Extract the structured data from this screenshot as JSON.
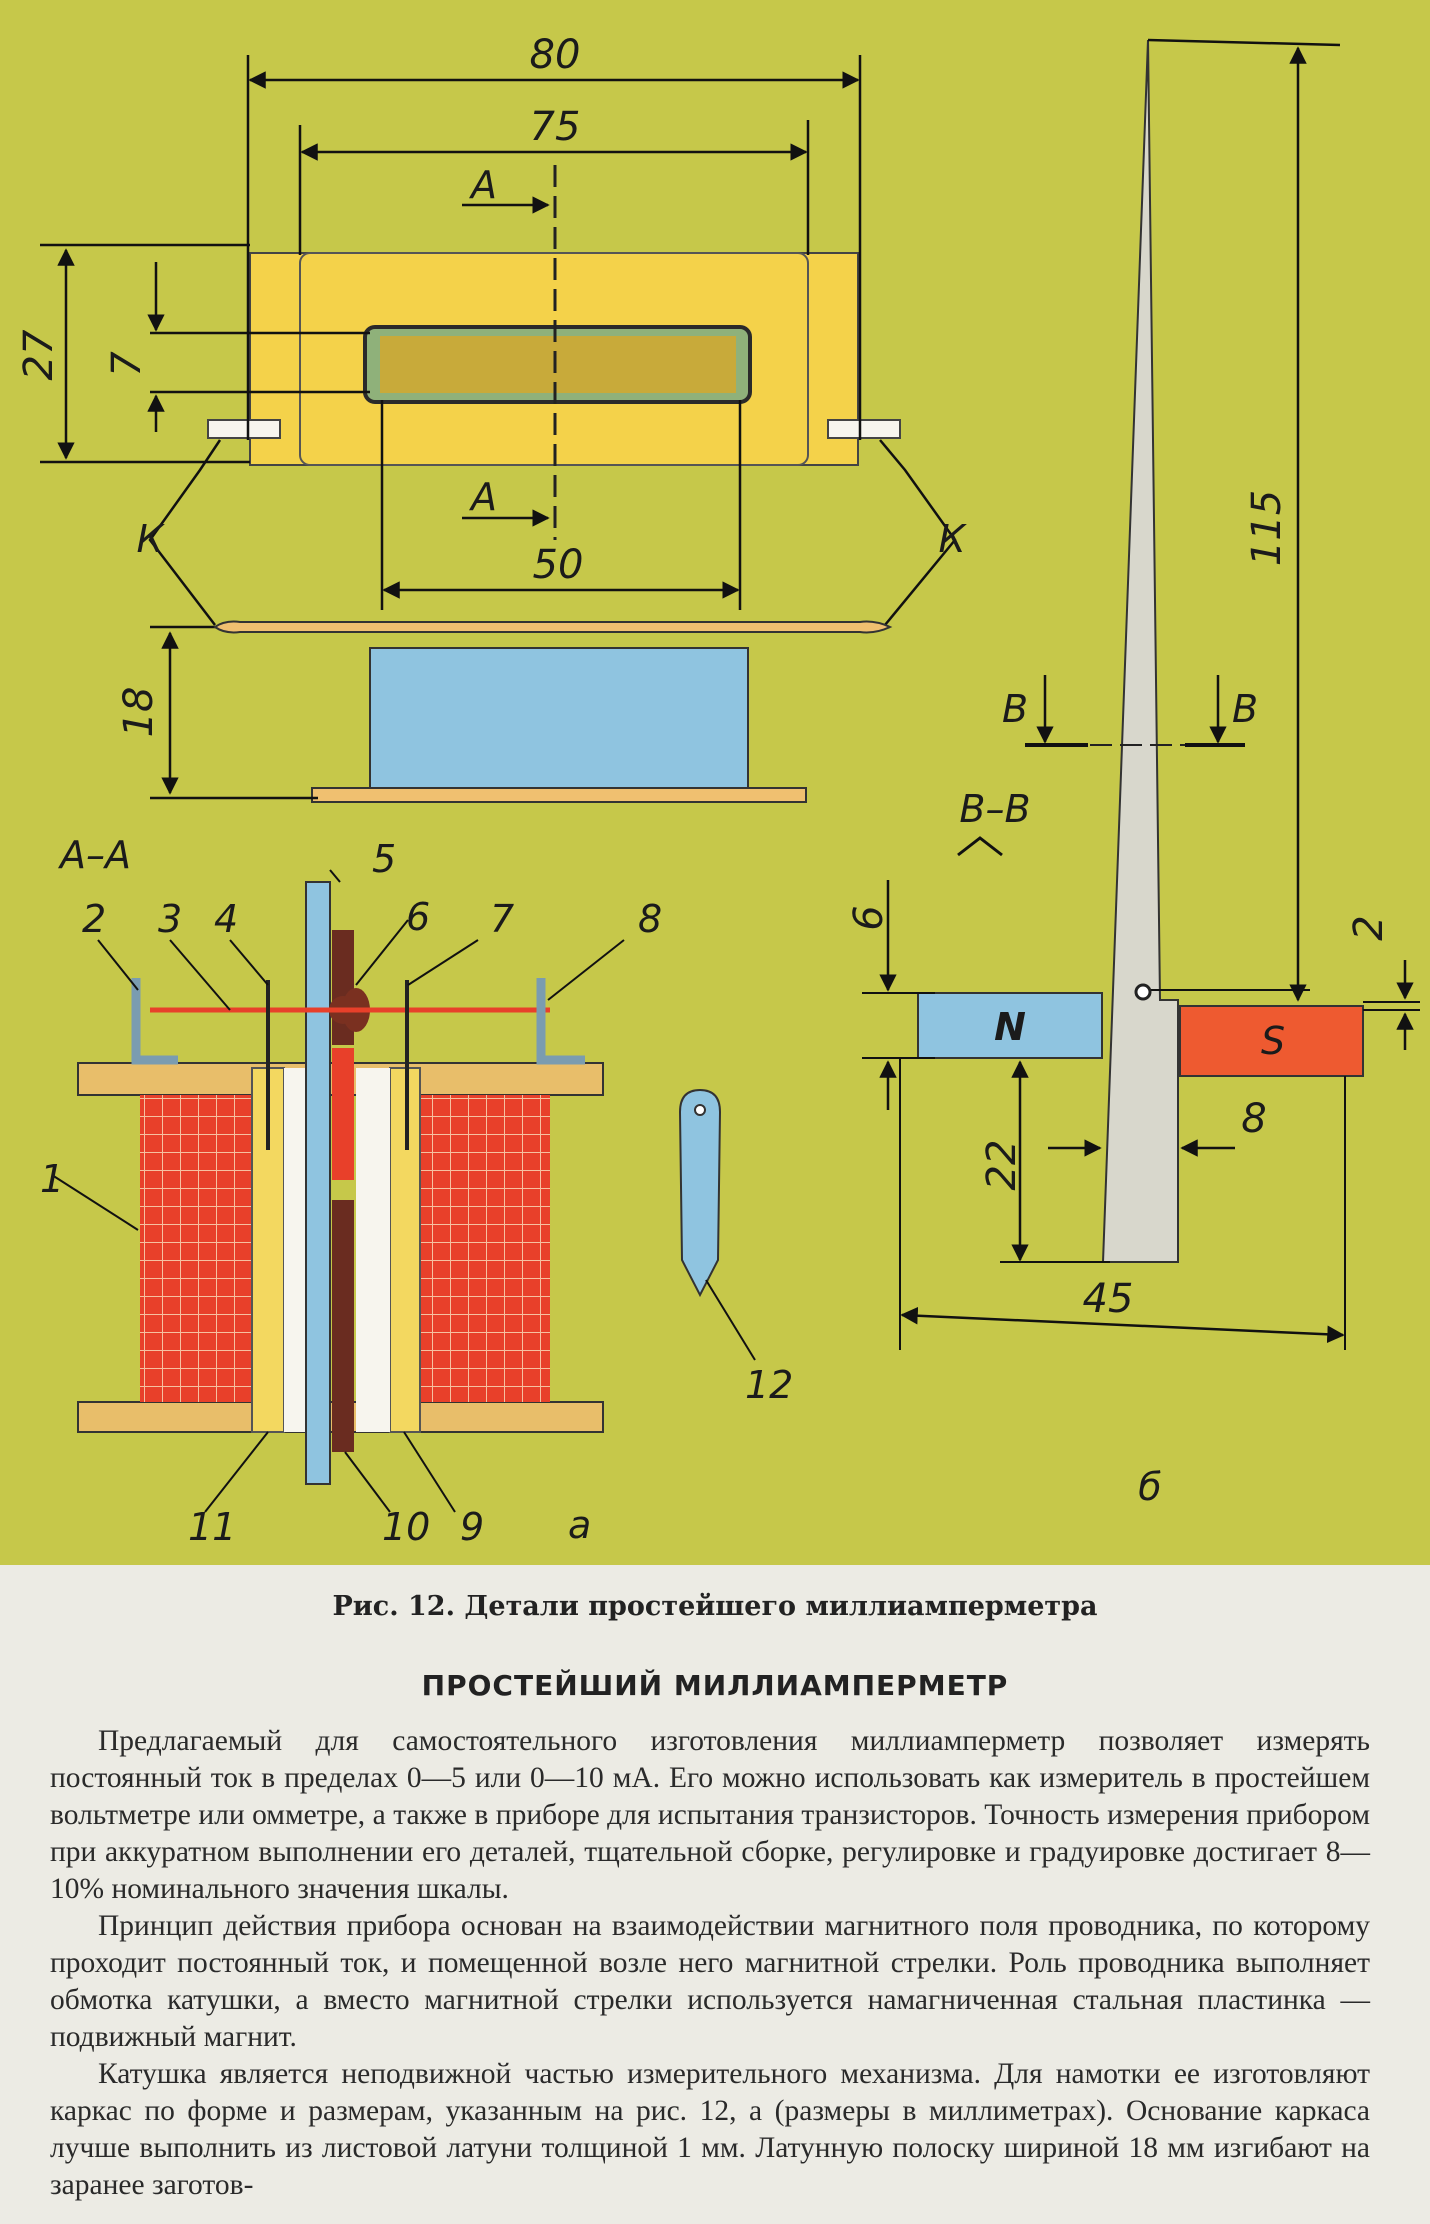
{
  "figure": {
    "dimensions": {
      "width_total": "80",
      "width_inner": "75",
      "window_width": "50",
      "height_total": "27",
      "window_height": "7",
      "coil_height": "18",
      "arrow_length": "115",
      "magnet_offset": "6",
      "gap": "2",
      "lower_height": "22",
      "arrow_width": "8",
      "base_width": "45"
    },
    "labels": {
      "section_a": "A",
      "section_a_bottom": "A",
      "section_aa": "A–A",
      "terminal_left": "К",
      "terminal_right": "К",
      "section_b_left": "В",
      "section_b_right": "В",
      "section_bb": "В–В",
      "pole_n": "N",
      "pole_s": "S",
      "part_a": "а",
      "part_b": "б"
    },
    "parts": [
      "1",
      "2",
      "3",
      "4",
      "5",
      "6",
      "7",
      "8",
      "9",
      "10",
      "11",
      "12"
    ],
    "colors": {
      "background": "#c6c84a",
      "frame": "#f4d24a",
      "coil": "#e8402a",
      "insulator": "#8fc4e0",
      "pole_s": "#ee5a30"
    }
  },
  "caption": "Рис. 12. Детали простейшего миллиамперметра",
  "heading": "ПРОСТЕЙШИЙ МИЛЛИАМПЕРМЕТР",
  "paragraphs": [
    "Предлагаемый для самостоятельного изготовления миллиамперметр позволяет измерять постоянный ток в пределах 0—5 или 0—10 мА. Его можно использовать как измеритель в простейшем вольтметре или омметре, а также в приборе для испытания транзисторов. Точность измерения прибором при аккуратном выполнении его деталей, тщательной сборке, регулировке и градуировке достигает 8—10% номинального значения шкалы.",
    "Принцип действия прибора основан на взаимодействии магнитного поля проводника, по которому проходит постоянный ток, и помещенной возле него магнитной стрелки. Роль проводника выполняет обмотка катушки, а вместо магнитной стрелки используется намагниченная стальная пластинка — подвижный магнит.",
    "Катушка является неподвижной частью измерительного механизма. Для намотки ее изготовляют каркас по форме и размерам, указанным на рис. 12, а (размеры в миллиметрах). Основание каркаса лучше выполнить из листовой латуни толщиной 1 мм. Латунную полоску шириной 18 мм изгибают на заранее заготов-"
  ]
}
